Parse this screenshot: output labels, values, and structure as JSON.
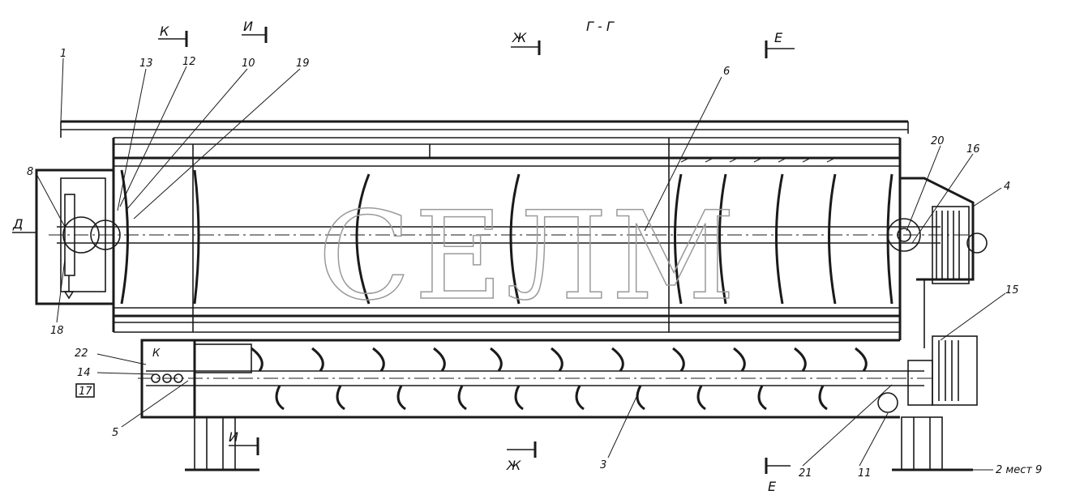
{
  "section_title": "Г - Г",
  "watermark": "СЕЛМ",
  "section_marks": {
    "k_top": "К",
    "i_top": "И",
    "zh_top": "Ж",
    "e_top": "Е",
    "d_left": "Д",
    "i_bottom": "И",
    "zh_bottom": "Ж",
    "e_bottom": "Е",
    "k_small": "К"
  },
  "callouts": {
    "c1": "1",
    "c13": "13",
    "c12": "12",
    "c10": "10",
    "c19": "19",
    "c6": "6",
    "c20": "20",
    "c16": "16",
    "c4": "4",
    "c8": "8",
    "c18": "18",
    "c15": "15",
    "c22": "22",
    "c14": "14",
    "c17": "17",
    "c5": "5",
    "c3": "3",
    "c21": "21",
    "c11": "11",
    "c2_9": "2 мест 9"
  },
  "colors": {
    "line": "#1a1a1a",
    "watermark": "#9a9a9a",
    "background": "#ffffff"
  }
}
